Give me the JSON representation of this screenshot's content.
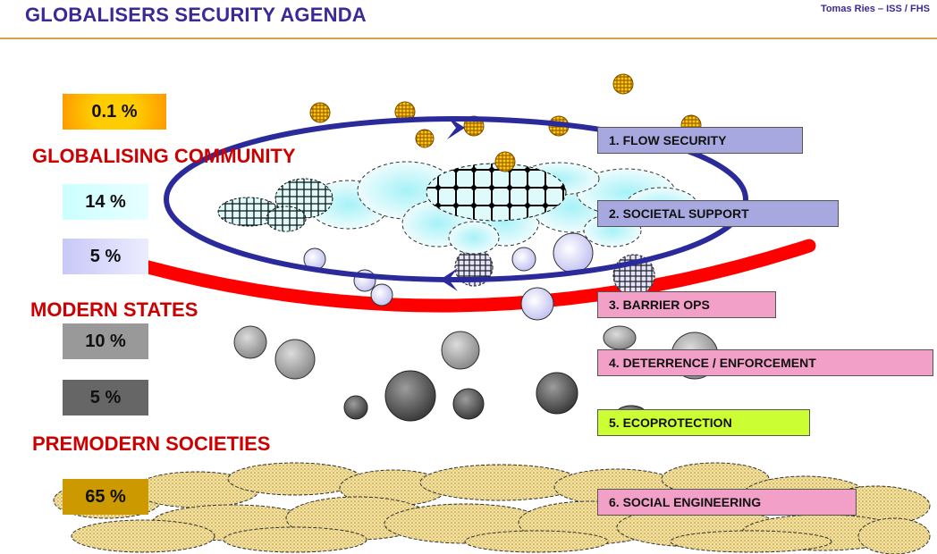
{
  "header": {
    "title": "GLOBALISERS SECURITY AGENDA",
    "author": "Tomas Ries – ISS / FHS"
  },
  "shares": [
    {
      "label": "0.1 %",
      "group": "globalising-community"
    },
    {
      "label": "14 %",
      "group": "globalising-community"
    },
    {
      "label": "5 %",
      "group": "globalising-community"
    },
    {
      "label": "10 %",
      "group": "modern-states"
    },
    {
      "label": "5 %",
      "group": "modern-states"
    },
    {
      "label": "65 %",
      "group": "premodern-societies"
    }
  ],
  "sections": {
    "globalising": "GLOBALISING COMMUNITY",
    "modern": "MODERN STATES",
    "premodern": "PREMODERN SOCIETIES"
  },
  "agenda": [
    {
      "label": "1. FLOW SECURITY",
      "color": "#a8a8e0"
    },
    {
      "label": "2. SOCIETAL SUPPORT",
      "color": "#a8a8e0"
    },
    {
      "label": "3. BARRIER OPS",
      "color": "#f2a0c8"
    },
    {
      "label": "4. DETERRENCE / ENFORCEMENT",
      "color": "#f2a0c8"
    },
    {
      "label": "5. ECOPROTECTION",
      "color": "#ccff33"
    },
    {
      "label": "6. SOCIAL ENGINEERING",
      "color": "#f2a0c8"
    }
  ],
  "colors": {
    "title": "#3a2a96",
    "section": "#cc0000",
    "orbit_blue": "#2a2a9a",
    "arc_red": "#ff0000",
    "globalising_box": "#ffcc00",
    "community_box": "#ccffff",
    "modern_light_box": "#d8d8ff",
    "modern_mid_box": "#999999",
    "modern_dark_box": "#666666",
    "premodern_box": "#cc9900"
  }
}
